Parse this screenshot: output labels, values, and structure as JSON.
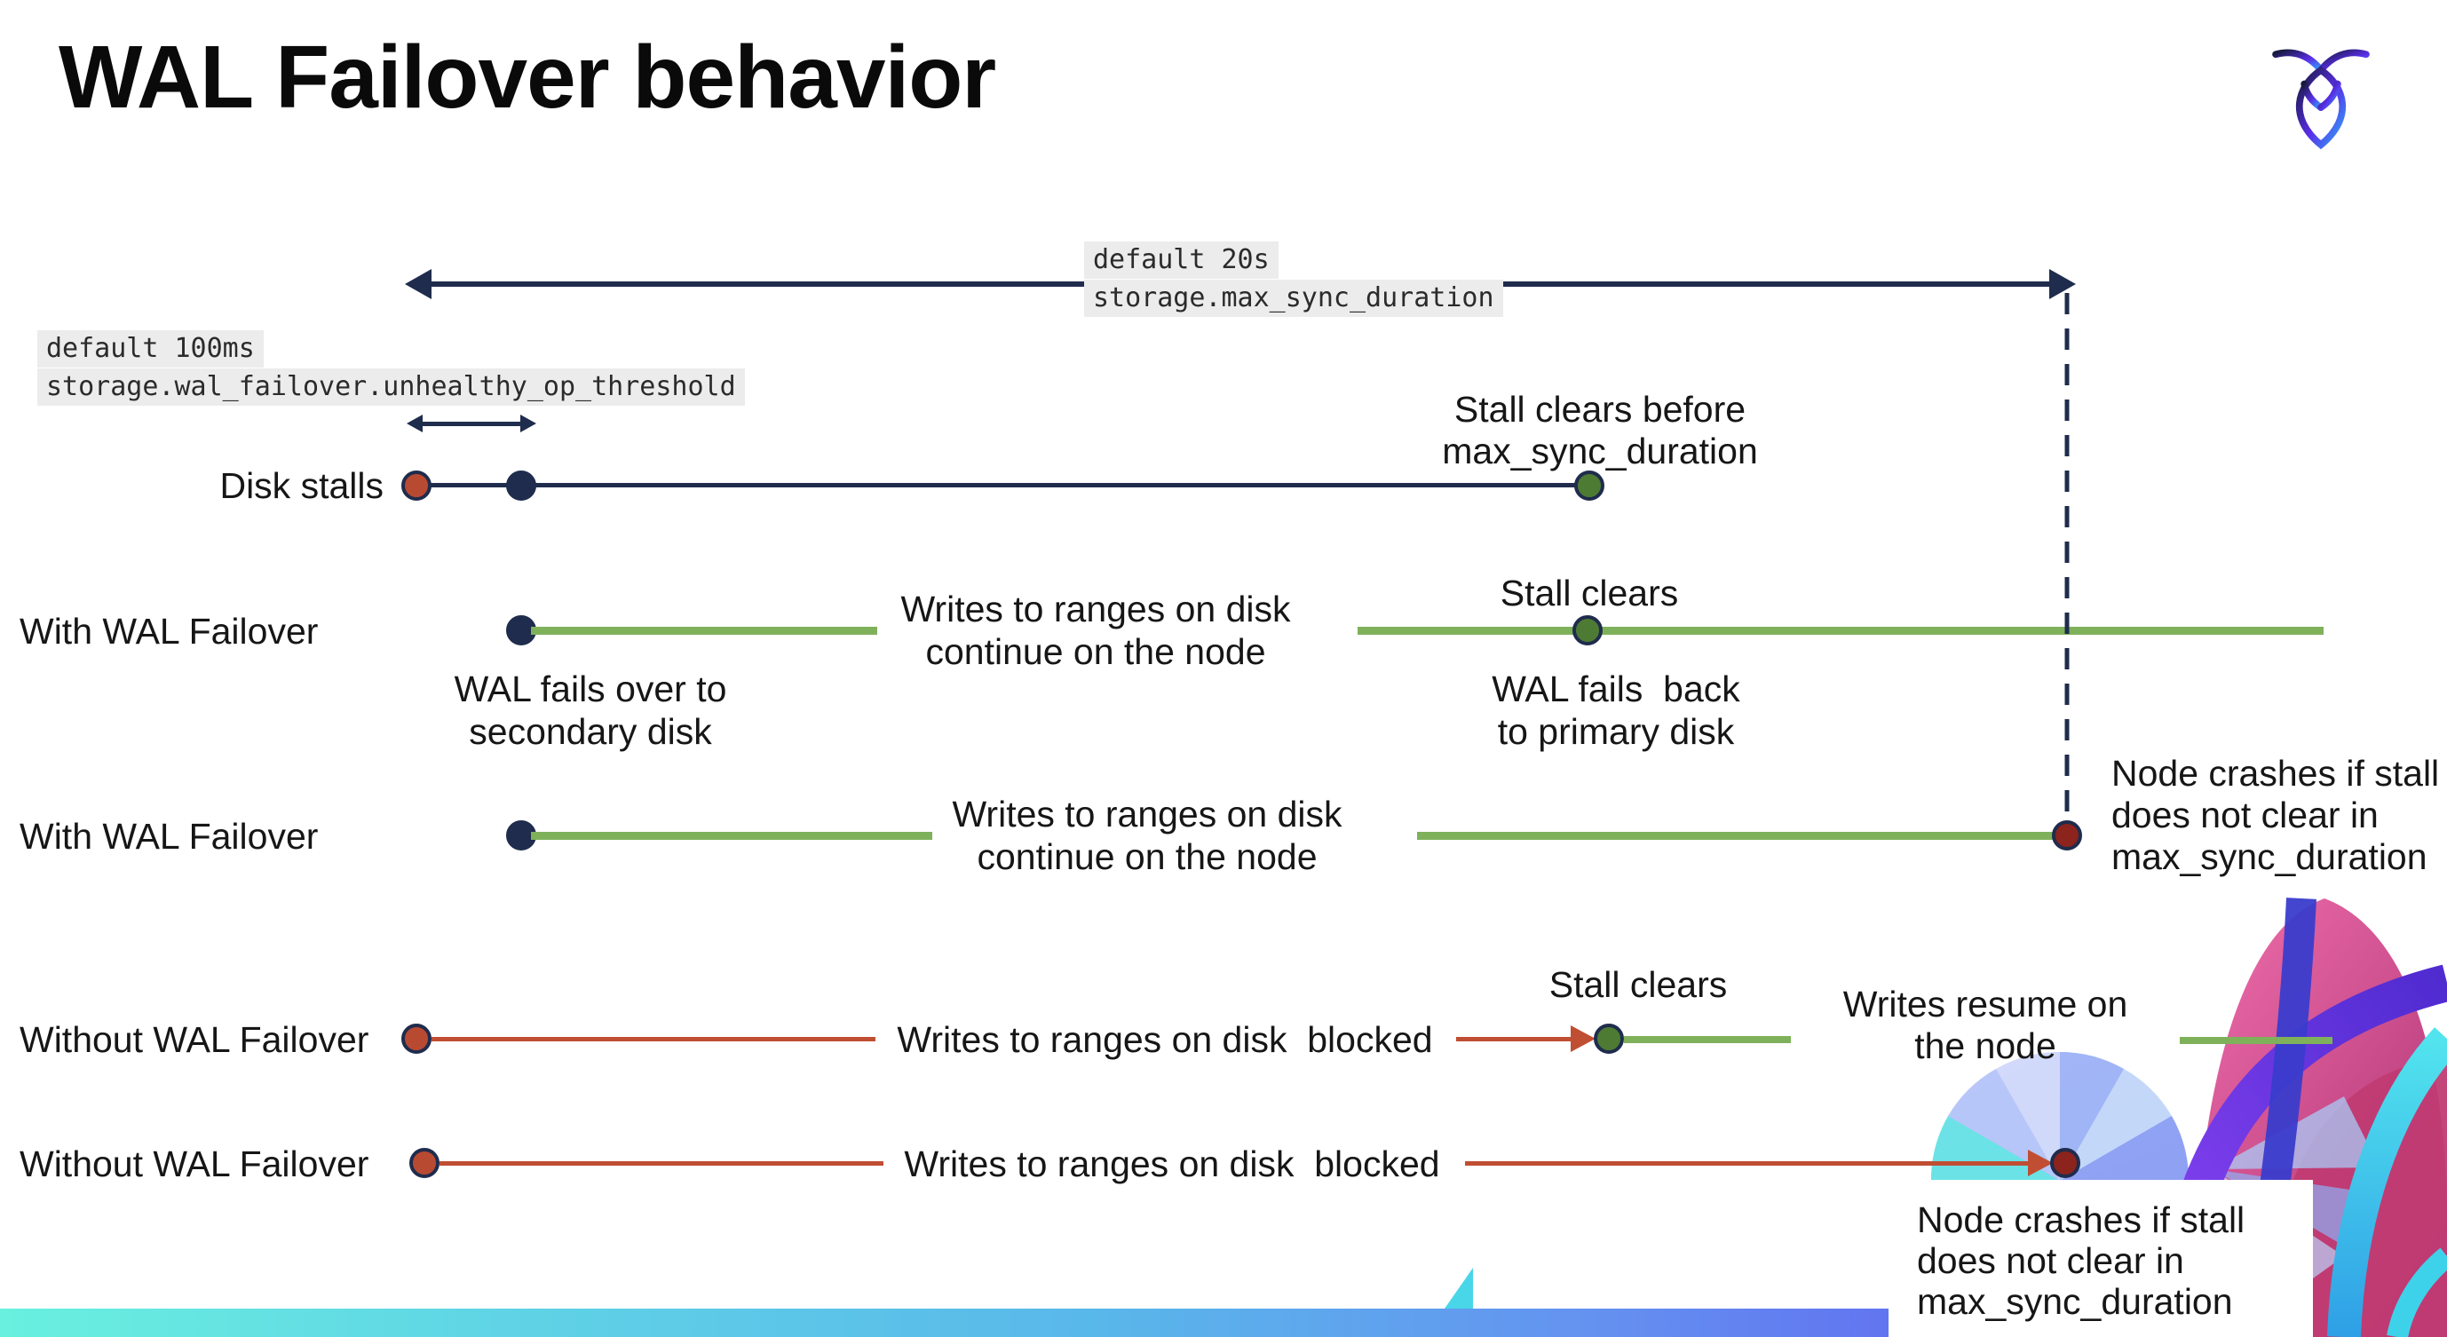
{
  "page": {
    "title": "WAL Failover behavior"
  },
  "colors": {
    "navy": "#1F2C4D",
    "green_line": "#7FB15B",
    "green_dot": "#4E7B33",
    "brick_line": "#C04E33",
    "brick_dot": "#B94A32",
    "maroon_dot": "#8C231D",
    "label_highlight": "#ECECEC",
    "bar_gradient_left": "#69F0DF",
    "bar_gradient_right": "#6F52EE"
  },
  "max_sync_arrow": {
    "value": "default 20s",
    "setting": "storage.max_sync_duration"
  },
  "threshold_arrow": {
    "value": "default 100ms",
    "setting": "storage.wal_failover.unhealthy_op_threshold"
  },
  "rows": {
    "disk_stalls": {
      "label": "Disk stalls",
      "note1": "Stall clears before",
      "note2": "max_sync_duration"
    },
    "failover1": {
      "label": "With WAL Failover",
      "event1": "WAL fails over to",
      "event2": "secondary disk",
      "mid1": "Writes to ranges on disk",
      "mid2": "continue on the node",
      "stall": "Stall clears",
      "back1": "WAL fails  back",
      "back2": "to primary disk"
    },
    "failover2": {
      "label": "With WAL Failover",
      "mid1": "Writes to ranges on disk",
      "mid2": "continue on the node",
      "crash1": "Node crashes if stall",
      "crash2": "does not clear in",
      "crash3": "max_sync_duration"
    },
    "nofailover1": {
      "label": "Without WAL Failover",
      "mid": "Writes to ranges on disk  blocked",
      "stall": "Stall clears",
      "resume1": "Writes resume on",
      "resume2": "the node"
    },
    "nofailover2": {
      "label": "Without WAL Failover",
      "mid": "Writes to ranges on disk  blocked",
      "crash1": "Node crashes if stall",
      "crash2": "does not clear in",
      "crash3": "max_sync_duration"
    }
  },
  "icons": {
    "logo": "cockroachdb-logo",
    "corner_graphic": "cockroach-wings-graphic"
  }
}
